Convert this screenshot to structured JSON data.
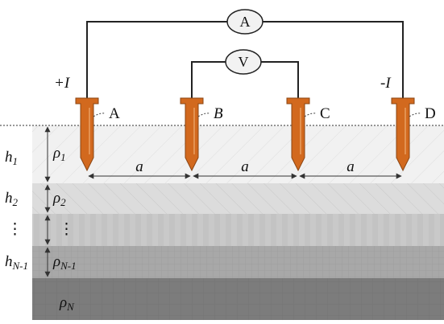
{
  "diagram": {
    "meters": [
      {
        "symbol": "A"
      },
      {
        "symbol": "V"
      }
    ],
    "electrodes": [
      {
        "name": "A",
        "current_label": "+I"
      },
      {
        "name": "B",
        "current_label": ""
      },
      {
        "name": "C",
        "current_label": ""
      },
      {
        "name": "D",
        "current_label": "-I"
      }
    ],
    "spacing_labels": [
      "a",
      "a",
      "a"
    ],
    "layers": [
      {
        "thickness": "h",
        "thickness_sub": "1",
        "resistivity": "ρ",
        "resistivity_sub": "1"
      },
      {
        "thickness": "h",
        "thickness_sub": "2",
        "resistivity": "ρ",
        "resistivity_sub": "2"
      },
      {
        "thickness": "⋮",
        "thickness_sub": "",
        "resistivity": "⋮",
        "resistivity_sub": ""
      },
      {
        "thickness": "h",
        "thickness_sub": "N-1",
        "resistivity": "ρ",
        "resistivity_sub": "N-1"
      },
      {
        "thickness": "",
        "thickness_sub": "",
        "resistivity": "ρ",
        "resistivity_sub": "N"
      }
    ],
    "colors": {
      "electrode": "#d2691e",
      "electrode_stroke": "#8b4513",
      "wire": "#222222",
      "meter_fill": "#f2f2f2",
      "layer1": "#f1f1f1",
      "layer2": "#dcdcdc",
      "layer3": "#c9c9c9",
      "layer4": "#a8a8a8",
      "layer5": "#7c7c7c"
    }
  }
}
